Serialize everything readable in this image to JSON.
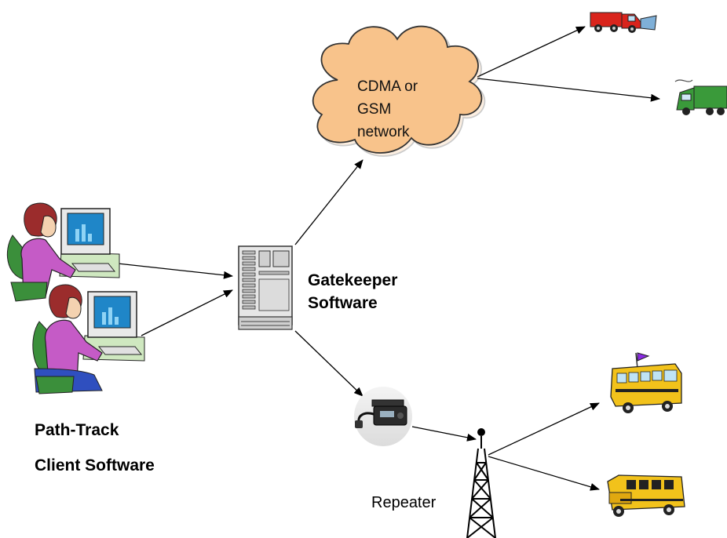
{
  "cloud": {
    "line1": "CDMA or",
    "line2": "GSM",
    "line3": "network",
    "fill": "#f8c38b"
  },
  "server": {
    "label_line1": "Gatekeeper",
    "label_line2": "Software"
  },
  "client": {
    "label_line1": "Path-Track",
    "label_line2": "Client Software"
  },
  "repeater": {
    "label": "Repeater"
  },
  "colors": {
    "truck_red": "#d9241c",
    "truck_green": "#3a9a3a",
    "bus_yellow": "#f2c21b",
    "monitor_screen": "#1f86c8",
    "person_shirt": "#c55bc6",
    "chair_green": "#3b8f3b"
  }
}
